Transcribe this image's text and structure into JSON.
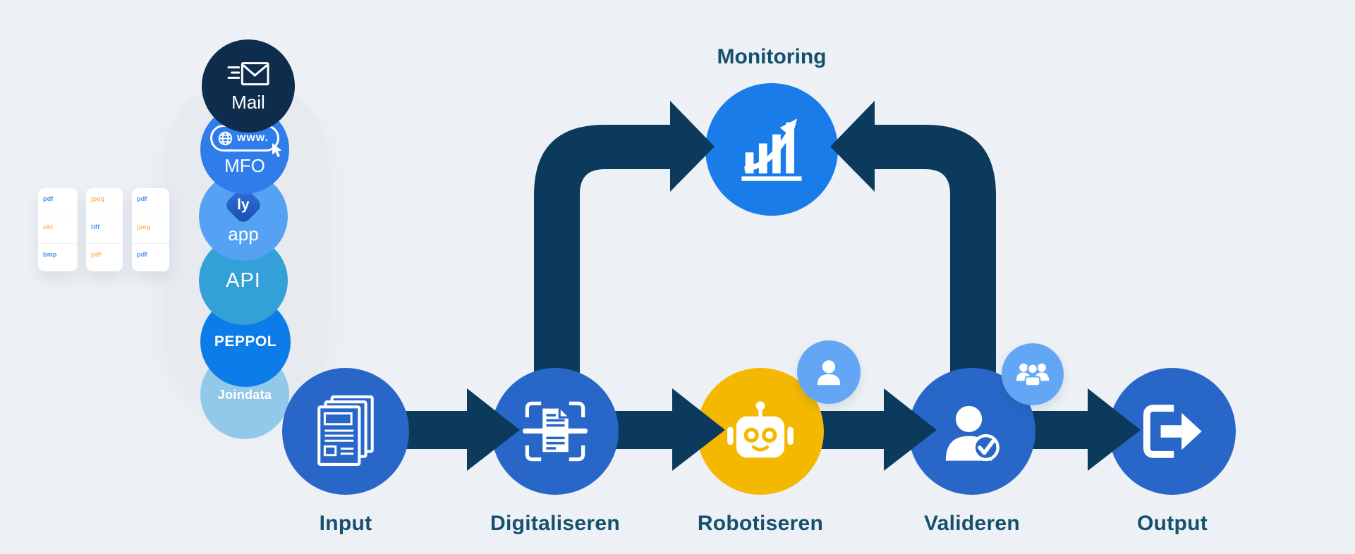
{
  "palette": {
    "bg": "#edf1f5",
    "stack-bg": "#e7ebef",
    "navy": "#0c3a5d",
    "navy-dark": "#0e2d4c",
    "flow-blue": "#2867c8",
    "monitor-blue": "#1a7ce8",
    "robot-yellow": "#f5b800",
    "badge-blue": "#62a6f5",
    "label-teal": "#15506e",
    "mfo-blue": "#2f7dea",
    "app-blue": "#55a1f4",
    "api-blue": "#33a0d8",
    "peppol-blue": "#0c7ce9",
    "joindata-blue": "#92c9ea",
    "file-blue": "#4a8cf0",
    "file-orange": "#f3bd64",
    "card-white": "#ffffff"
  },
  "monitoring": {
    "label": "Monitoring"
  },
  "flow": [
    {
      "label": "Input"
    },
    {
      "label": "Digitaliseren"
    },
    {
      "label": "Robotiseren"
    },
    {
      "label": "Valideren"
    },
    {
      "label": "Output"
    }
  ],
  "sources": [
    {
      "label": "Mail"
    },
    {
      "label": "MFO",
      "pill_text": "www."
    },
    {
      "label": "app",
      "logo_text": "ly"
    },
    {
      "label": "API"
    },
    {
      "label": "PEPPOL"
    },
    {
      "label": "Joindata"
    }
  ],
  "cards": [
    {
      "rows": [
        {
          "label": "pdf",
          "color": "blue"
        },
        {
          "label": "ubl",
          "color": "orange"
        },
        {
          "label": "bmp",
          "color": "blue"
        }
      ]
    },
    {
      "rows": [
        {
          "label": "jpeg",
          "color": "orange"
        },
        {
          "label": "tiff",
          "color": "blue"
        },
        {
          "label": "pdf",
          "color": "orange"
        }
      ]
    },
    {
      "rows": [
        {
          "label": "pdf",
          "color": "blue"
        },
        {
          "label": "jpeg",
          "color": "orange"
        },
        {
          "label": "pdf",
          "color": "blue"
        }
      ]
    }
  ]
}
